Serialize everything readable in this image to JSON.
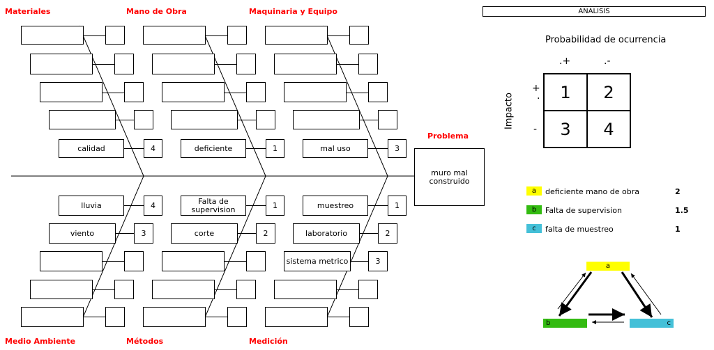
{
  "categories": {
    "materiales": "Materiales",
    "mano_de_obra": "Mano de Obra",
    "maquinaria": "Maquinaria y Equipo",
    "medio_ambiente": "Medio Ambiente",
    "metodos": "Métodos",
    "medicion": "Medición"
  },
  "problem": {
    "title": "Problema",
    "text": "muro mal construido"
  },
  "causes": {
    "materiales_1": {
      "label": "calidad",
      "value": "4"
    },
    "mano_obra_1": {
      "label": "deficiente",
      "value": "1"
    },
    "maquinaria_1": {
      "label": "mal uso",
      "value": "3"
    },
    "ambiente_1": {
      "label": "lluvia",
      "value": "4"
    },
    "ambiente_2": {
      "label": "viento",
      "value": "3"
    },
    "metodos_1": {
      "label": "Falta de supervision",
      "value": "1"
    },
    "metodos_2": {
      "label": "corte",
      "value": "2"
    },
    "medicion_1": {
      "label": "muestreo",
      "value": "1"
    },
    "medicion_2": {
      "label": "laboratorio",
      "value": "2"
    },
    "medicion_3": {
      "label": "sistema metrico",
      "value": "3"
    }
  },
  "analysis": {
    "header": "ANALISIS",
    "matrix_title": "Probabilidad de ocurrencia",
    "col_plus": ".+",
    "col_minus": ".-",
    "row_plus": "+",
    "row_dot": ".",
    "row_minus": "-",
    "impact_label": "Impacto",
    "cells": [
      "1",
      "2",
      "3",
      "4"
    ]
  },
  "legend": [
    {
      "key": "a",
      "text": "deficiente mano de obra",
      "value": "2",
      "color": "#ffff00"
    },
    {
      "key": "b",
      "text": "Falta de supervision",
      "value": "1.5",
      "color": "#33bb11"
    },
    {
      "key": "c",
      "text": "falta de muestreo",
      "value": "1",
      "color": "#44c0d8"
    }
  ],
  "colors": {
    "red": "#ff0000",
    "a": "#ffff00",
    "b": "#33bb11",
    "c": "#44c0d8"
  }
}
